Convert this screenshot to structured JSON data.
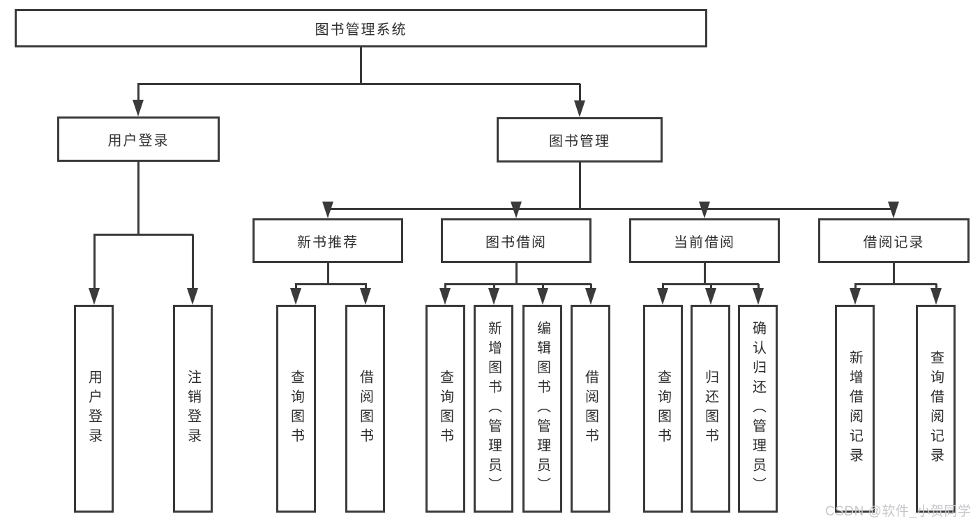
{
  "diagram": {
    "title": "图书管理系统",
    "type": "tree",
    "nodes": [
      {
        "id": "root",
        "label": "图书管理系统",
        "level": 1,
        "parent": null
      },
      {
        "id": "login",
        "label": "用户登录",
        "level": 2,
        "parent": "root"
      },
      {
        "id": "bookmgmt",
        "label": "图书管理",
        "level": 2,
        "parent": "root"
      },
      {
        "id": "newbook",
        "label": "新书推荐",
        "level": 3,
        "parent": "bookmgmt"
      },
      {
        "id": "borrow",
        "label": "图书借阅",
        "level": 3,
        "parent": "bookmgmt"
      },
      {
        "id": "current",
        "label": "当前借阅",
        "level": 3,
        "parent": "bookmgmt"
      },
      {
        "id": "records",
        "label": "借阅记录",
        "level": 3,
        "parent": "bookmgmt"
      },
      {
        "id": "userlogin",
        "label": "用户登录",
        "level": 4,
        "parent": "login"
      },
      {
        "id": "logout",
        "label": "注销登录",
        "level": 4,
        "parent": "login"
      },
      {
        "id": "nb-query",
        "label": "查询图书",
        "level": 4,
        "parent": "newbook"
      },
      {
        "id": "nb-borrow",
        "label": "借阅图书",
        "level": 4,
        "parent": "newbook"
      },
      {
        "id": "bw-query",
        "label": "查询图书",
        "level": 4,
        "parent": "borrow"
      },
      {
        "id": "bw-add",
        "label": "新增图书（管理员）",
        "level": 4,
        "parent": "borrow"
      },
      {
        "id": "bw-edit",
        "label": "编辑图书（管理员）",
        "level": 4,
        "parent": "borrow"
      },
      {
        "id": "bw-borrow",
        "label": "借阅图书",
        "level": 4,
        "parent": "borrow"
      },
      {
        "id": "cur-query",
        "label": "查询图书",
        "level": 4,
        "parent": "current"
      },
      {
        "id": "cur-return",
        "label": "归还图书",
        "level": 4,
        "parent": "current"
      },
      {
        "id": "cur-confirm",
        "label": "确认归还（管理员）",
        "level": 4,
        "parent": "current"
      },
      {
        "id": "rec-add",
        "label": "新增借阅记录",
        "level": 4,
        "parent": "records"
      },
      {
        "id": "rec-query",
        "label": "查询借阅记录",
        "level": 4,
        "parent": "records"
      }
    ]
  },
  "watermark": {
    "text": "CSDN @软件_小贺同学"
  },
  "colors": {
    "line": "#3a3a3a",
    "box_border": "#3a3a3a",
    "box_bg": "#ffffff",
    "text": "#2e2e2e",
    "watermark": "#c7c7cb",
    "background": "#ffffff"
  }
}
